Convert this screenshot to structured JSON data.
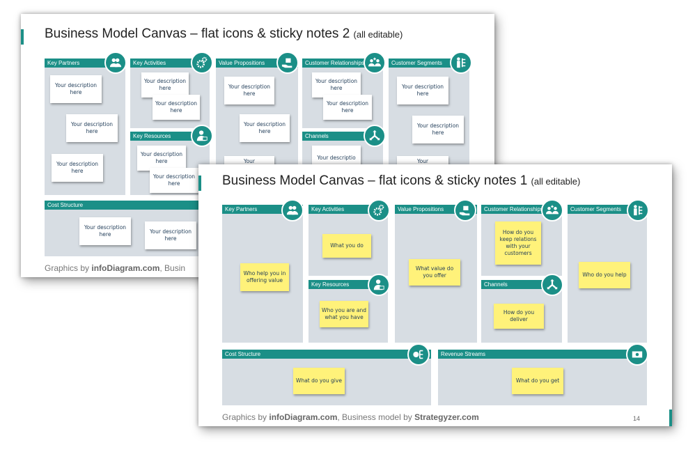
{
  "slide2": {
    "title": "Business Model Canvas – flat icons & sticky notes 2",
    "title_sub": "(all editable)",
    "blocks": {
      "key_partners": "Key Partners",
      "key_activities": "Key Activities",
      "key_resources": "Key Resources",
      "value_propositions": "Value Propositions",
      "customer_relationships": "Customer Relationships",
      "channels": "Channels",
      "customer_segments": "Customer Segments",
      "cost_structure": "Cost Structure"
    },
    "note_text": "Your description here",
    "note_partial": "Your",
    "note_partial2": "Your descriptio",
    "footer_prefix": "Graphics by ",
    "footer_brand": "infoDiagram.com",
    "footer_rest": ", Busin"
  },
  "slide1": {
    "title": "Business Model Canvas – flat icons & sticky notes 1",
    "title_sub": "(all editable)",
    "blocks": {
      "key_partners": "Key Partners",
      "key_activities": "Key Activities",
      "key_resources": "Key Resources",
      "value_propositions": "Value Propositions",
      "customer_relationships": "Customer Relationships",
      "channels": "Channels",
      "customer_segments": "Customer Segments",
      "cost_structure": "Cost Structure",
      "revenue_streams": "Revenue Streams"
    },
    "notes": {
      "key_partners": "Who help you in offering value",
      "key_activities": "What you do",
      "key_resources": "Who you are and what you have",
      "value_propositions": "What value do you offer",
      "customer_relationships": "How do you keep relations with your customers",
      "channels": "How do you deliver",
      "customer_segments": "Who do you help",
      "cost_structure": "What do you give",
      "revenue_streams": "What do you get"
    },
    "footer_prefix": "Graphics by ",
    "footer_brand": "infoDiagram.com",
    "footer_mid": ", Business model by ",
    "footer_brand2": "Strategyzer.com",
    "page_number": "14"
  },
  "colors": {
    "accent": "#1b8f87",
    "block_bg": "#d7dde3",
    "sticky_yellow": "#fff27a"
  },
  "icons": [
    "partners-icon",
    "gears-icon",
    "resource-person-icon",
    "box-hand-icon",
    "relationship-icon",
    "channels-icon",
    "segments-icon",
    "money-tree-icon",
    "cash-icon"
  ]
}
